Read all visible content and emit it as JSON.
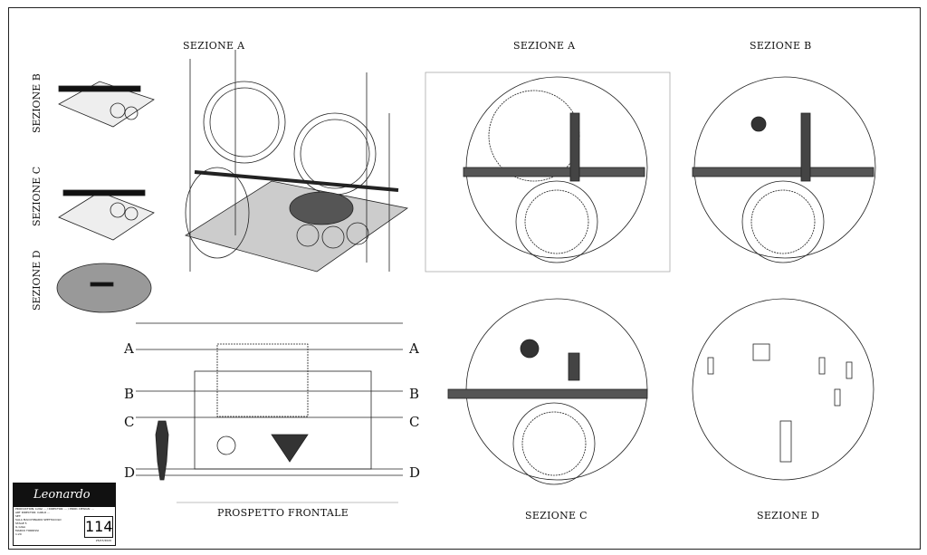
{
  "views": {
    "iso_sezione_a": "SEZIONE A",
    "plan_sezione_a": "SEZIONE A",
    "plan_sezione_b": "SEZIONE B",
    "plan_sezione_c": "SEZIONE C",
    "plan_sezione_d": "SEZIONE D",
    "front_elevation": "PROSPETTO FRONTALE",
    "side_b": "SEZIONE B",
    "side_c": "SEZIONE C",
    "side_d": "SEZIONE D"
  },
  "section_markers": [
    "A",
    "B",
    "C",
    "D"
  ],
  "title_block": {
    "logo": "Leonardo",
    "production": "PRODUCTION: LUIGI ... / DIRECTOR: ... / PROD. DESIGN: ...",
    "art_director": "ART DIRECTOR: CARLO ...",
    "set_label": "SET:",
    "set": "SALA MACCHINARIO SPETTACOLO",
    "stage": "STAGE 5",
    "drawn_by": "IL GIGA",
    "designer": "MARCO TORRISSI",
    "scale": "1:20",
    "sheet_number": "114",
    "date": "25/07/2020"
  }
}
